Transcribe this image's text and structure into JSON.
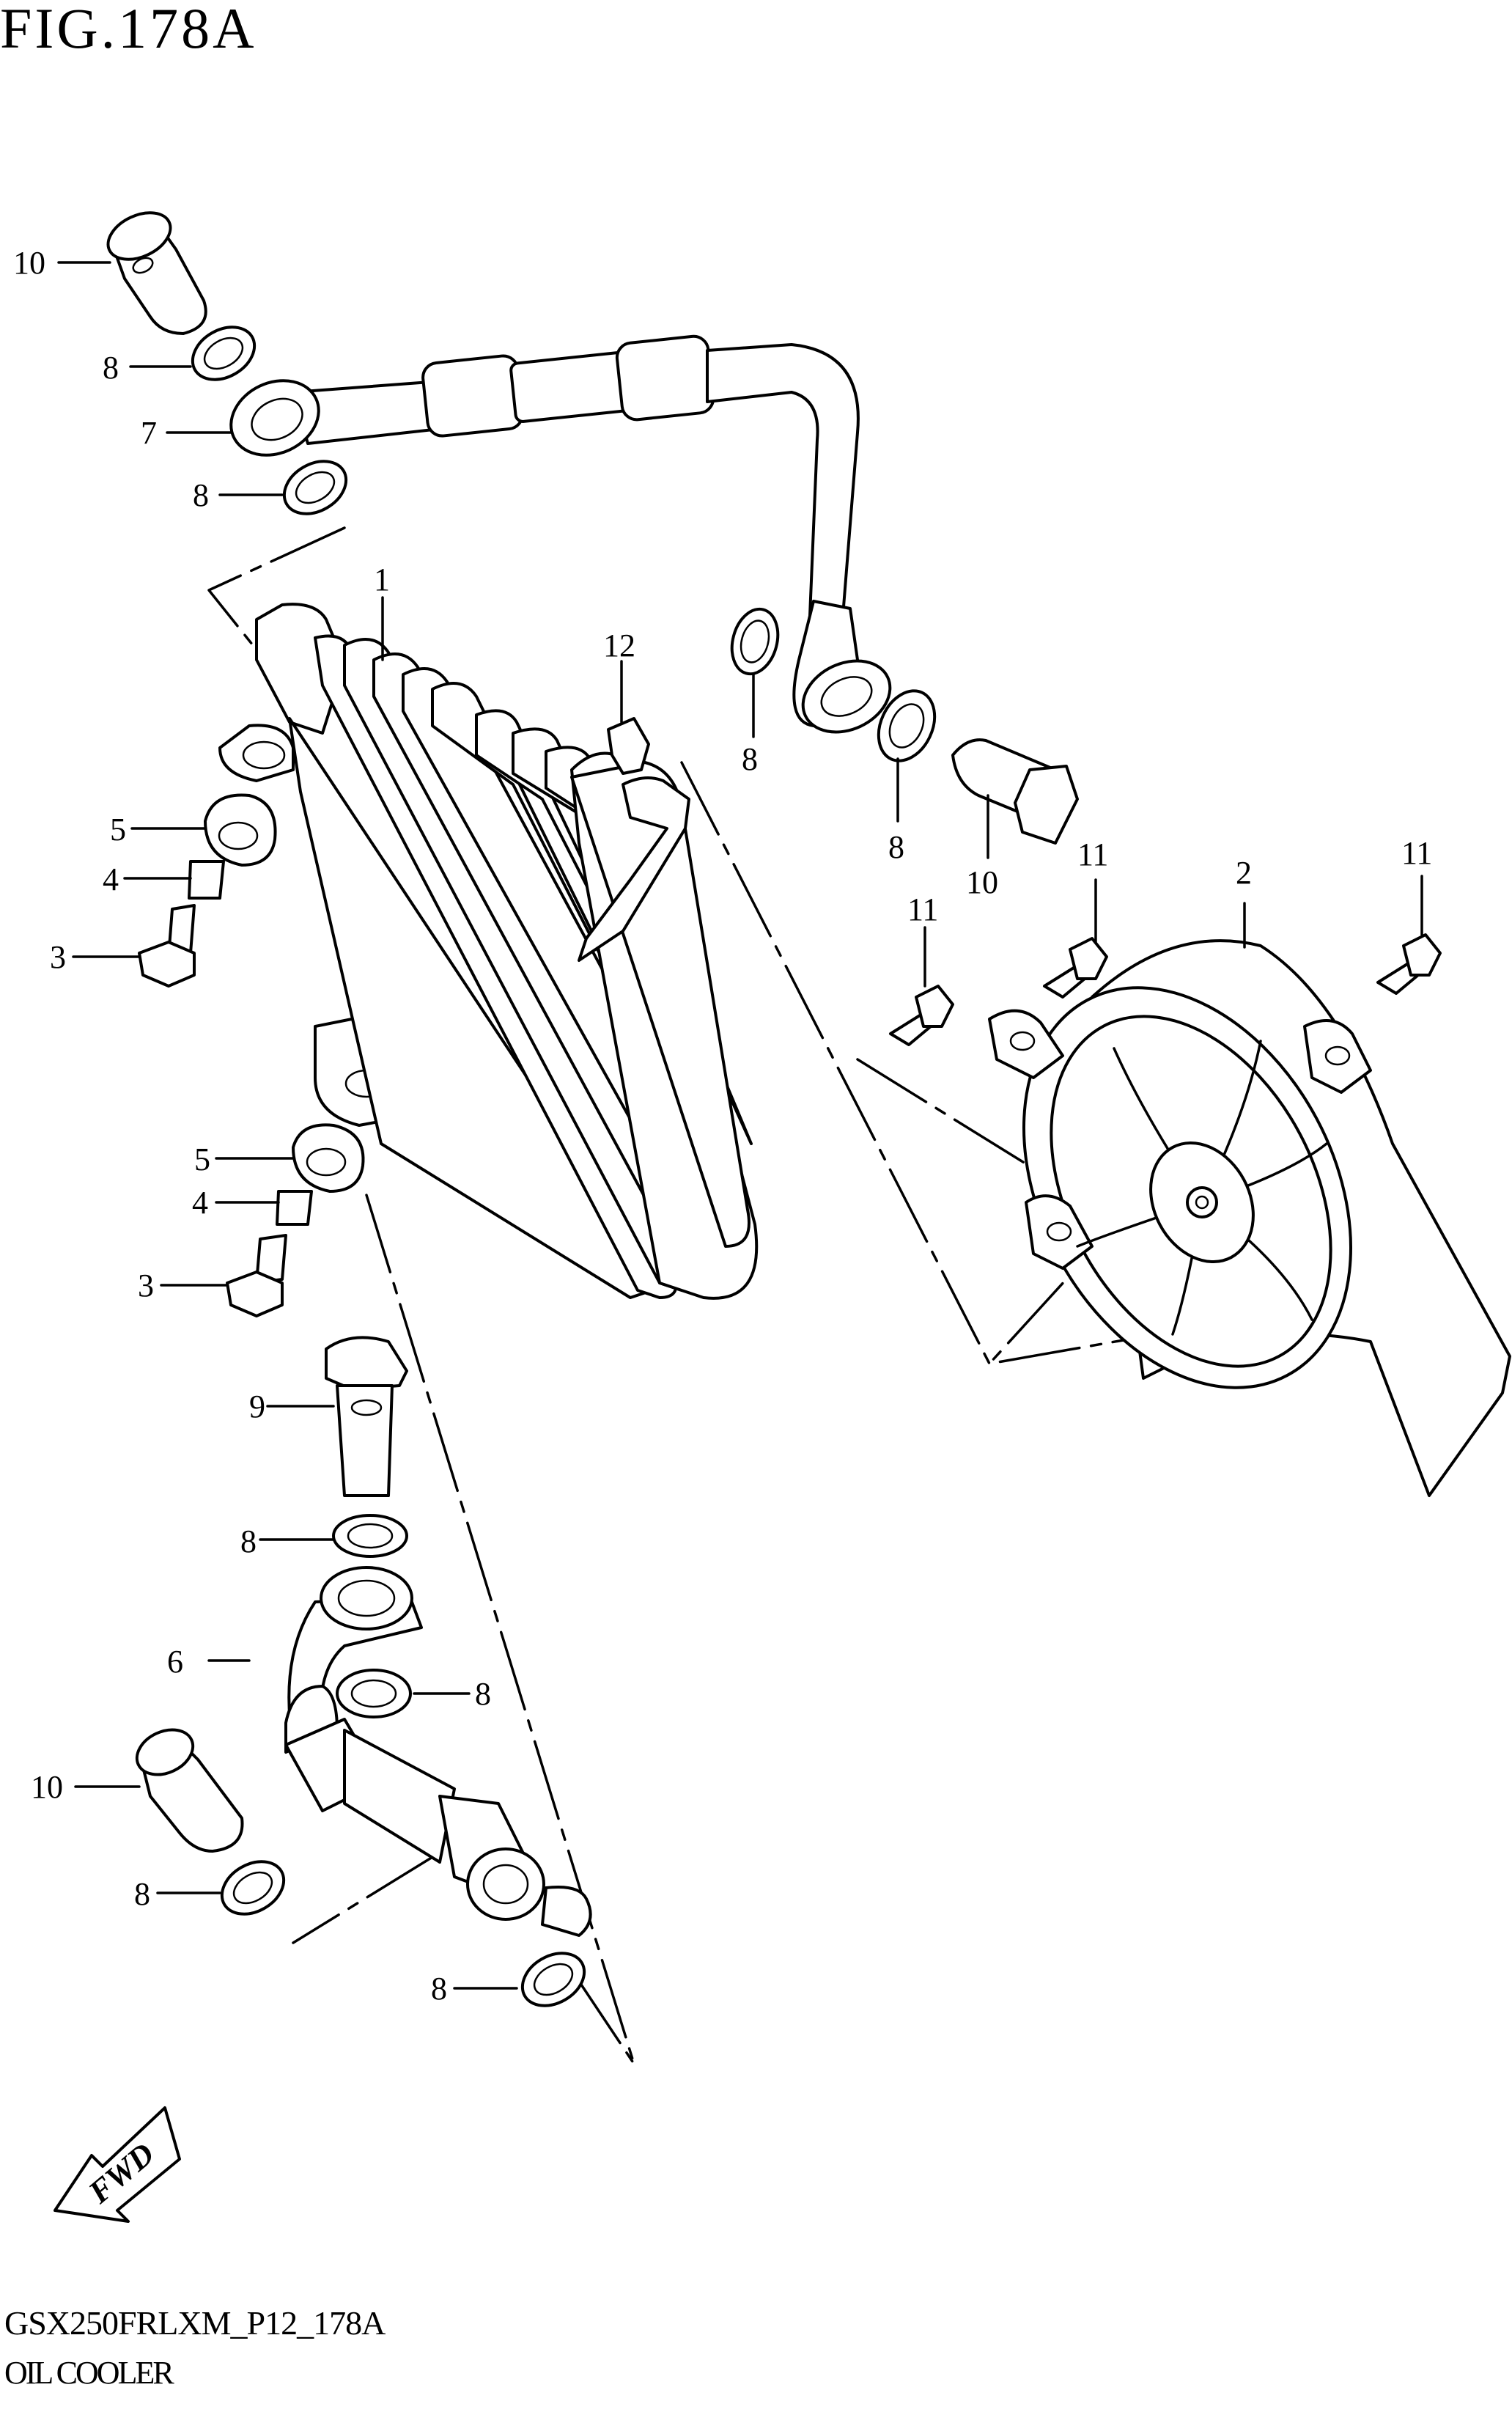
{
  "figure": {
    "title": "FIG.178A"
  },
  "footer": {
    "code": "GSX250FRLXM_P12_178A",
    "name": "OIL COOLER"
  },
  "fwd_badge": {
    "text": "FWD"
  },
  "callouts": [
    {
      "id": "c10a",
      "text": "10"
    },
    {
      "id": "c8a",
      "text": "8"
    },
    {
      "id": "c7",
      "text": "7"
    },
    {
      "id": "c8b",
      "text": "8"
    },
    {
      "id": "c1",
      "text": "1"
    },
    {
      "id": "c12",
      "text": "12"
    },
    {
      "id": "c8c",
      "text": "8"
    },
    {
      "id": "c8d",
      "text": "8"
    },
    {
      "id": "c10b",
      "text": "10"
    },
    {
      "id": "c11a",
      "text": "11"
    },
    {
      "id": "c11b",
      "text": "11"
    },
    {
      "id": "c2",
      "text": "2"
    },
    {
      "id": "c11c",
      "text": "11"
    },
    {
      "id": "c5a",
      "text": "5"
    },
    {
      "id": "c4a",
      "text": "4"
    },
    {
      "id": "c3a",
      "text": "3"
    },
    {
      "id": "c5b",
      "text": "5"
    },
    {
      "id": "c4b",
      "text": "4"
    },
    {
      "id": "c3b",
      "text": "3"
    },
    {
      "id": "c9",
      "text": "9"
    },
    {
      "id": "c8e",
      "text": "8"
    },
    {
      "id": "c6",
      "text": "6"
    },
    {
      "id": "c8f",
      "text": "8"
    },
    {
      "id": "c10c",
      "text": "10"
    },
    {
      "id": "c8g",
      "text": "8"
    },
    {
      "id": "c8h",
      "text": "8"
    }
  ]
}
